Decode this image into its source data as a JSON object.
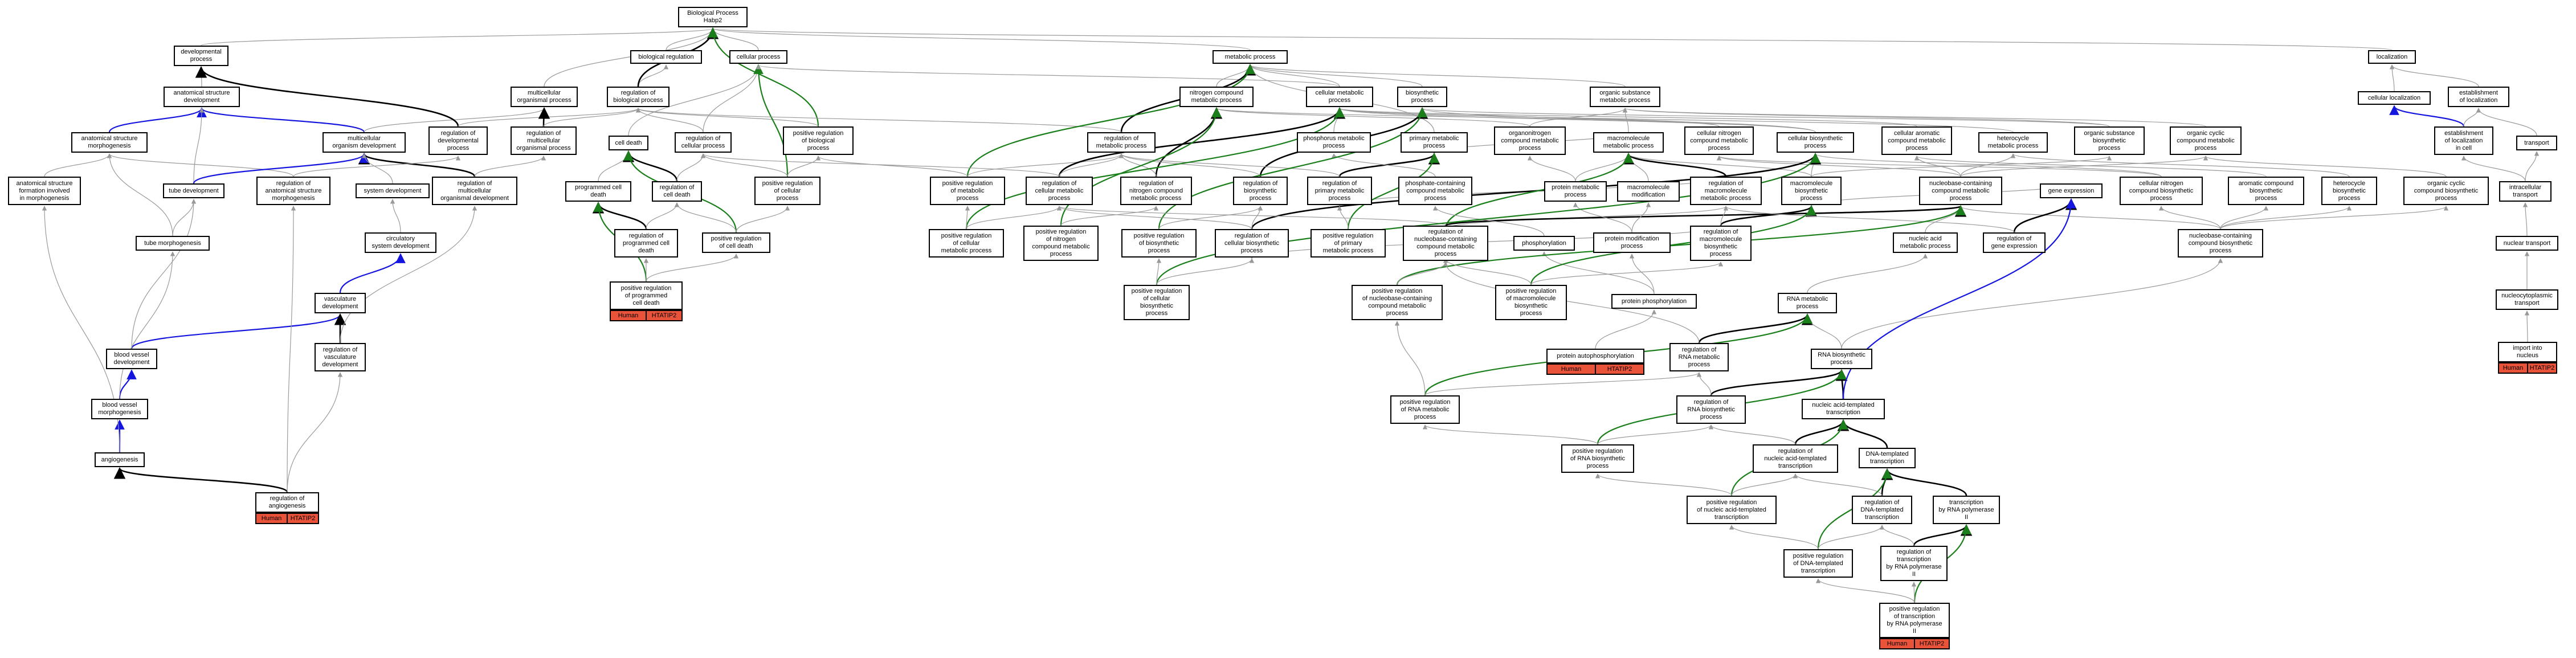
{
  "colors": {
    "inferred": "#999999",
    "is_a": "#000000",
    "positive": "#1a7f1a",
    "regulates": "#1515e0",
    "annotation": "#e8533a"
  },
  "nodes": [
    {
      "id": "bp",
      "label": "Biological Process\nHabp2"
    },
    {
      "id": "biorg",
      "label": "biological regulation"
    },
    {
      "id": "cellp",
      "label": "cellular process"
    },
    {
      "id": "devp",
      "label": "developmental\nprocess"
    },
    {
      "id": "ast_dev",
      "label": "anatomical structure\ndevelopment"
    },
    {
      "id": "ast_morph",
      "label": "anatomical structure\nmorphogenesis"
    },
    {
      "id": "ast_form",
      "label": "anatomical structure\nformation involved\nin morphogenesis"
    },
    {
      "id": "mcop",
      "label": "multicellular\norganismal process"
    },
    {
      "id": "regbp",
      "label": "regulation of\nbiological process"
    },
    {
      "id": "mcod",
      "label": "multicellular\norganism development"
    },
    {
      "id": "regdev",
      "label": "regulation of\ndevelopmental\nprocess"
    },
    {
      "id": "regmcop",
      "label": "regulation of\nmulticellular\norganismal process"
    },
    {
      "id": "regmcod",
      "label": "regulation of\nmulticellular\norganismal development"
    },
    {
      "id": "regasm",
      "label": "regulation of\nanatomical structure\nmorphogenesis"
    },
    {
      "id": "tubedev",
      "label": "tube development"
    },
    {
      "id": "sysdev",
      "label": "system development"
    },
    {
      "id": "tubemorph",
      "label": "tube morphogenesis"
    },
    {
      "id": "circ",
      "label": "circulatory\nsystem development"
    },
    {
      "id": "vascdev",
      "label": "vasculature\ndevelopment"
    },
    {
      "id": "bvdev",
      "label": "blood vessel\ndevelopment"
    },
    {
      "id": "regvasc",
      "label": "regulation of\nvasculature\ndevelopment"
    },
    {
      "id": "bvmorph",
      "label": "blood vessel\nmorphogenesis"
    },
    {
      "id": "angio",
      "label": "angiogenesis"
    },
    {
      "id": "regangio",
      "label": "regulation of\nangiogenesis"
    },
    {
      "id": "celldeath",
      "label": "cell death"
    },
    {
      "id": "regcp",
      "label": "regulation of\ncellular process"
    },
    {
      "id": "posregbp",
      "label": "positive regulation\nof biological\nprocess"
    },
    {
      "id": "pcd",
      "label": "programmed cell\ndeath"
    },
    {
      "id": "regcd",
      "label": "regulation of\ncell death"
    },
    {
      "id": "posregcp",
      "label": "positive regulation\nof cellular\nprocess"
    },
    {
      "id": "regpcd",
      "label": "regulation of\nprogrammed cell\ndeath"
    },
    {
      "id": "posregcd",
      "label": "positive regulation\nof cell death"
    },
    {
      "id": "posregpcd",
      "label": "positive regulation\nof programmed\ncell death"
    },
    {
      "id": "metab",
      "label": "metabolic process"
    },
    {
      "id": "ncmp",
      "label": "nitrogen compound\nmetabolic process"
    },
    {
      "id": "cmp",
      "label": "cellular metabolic\nprocess"
    },
    {
      "id": "biosyn",
      "label": "biosynthetic\nprocess"
    },
    {
      "id": "osmp",
      "label": "organic substance\nmetabolic process"
    },
    {
      "id": "regmp",
      "label": "regulation of\nmetabolic process"
    },
    {
      "id": "phosmp",
      "label": "phosphorus metabolic\nprocess"
    },
    {
      "id": "primp",
      "label": "primary metabolic\nprocess"
    },
    {
      "id": "onmp",
      "label": "organonitrogen\ncompound metabolic\nprocess"
    },
    {
      "id": "mmp",
      "label": "macromolecule\nmetabolic process"
    },
    {
      "id": "cncmp",
      "label": "cellular nitrogen\ncompound metabolic\nprocess"
    },
    {
      "id": "cbp",
      "label": "cellular biosynthetic\nprocess"
    },
    {
      "id": "camp",
      "label": "cellular aromatic\ncompound metabolic\nprocess"
    },
    {
      "id": "hmp",
      "label": "heterocycle\nmetabolic process"
    },
    {
      "id": "osbp",
      "label": "organic substance\nbiosynthetic\nprocess"
    },
    {
      "id": "ocmp",
      "label": "organic cyclic\ncompound metabolic\nprocess"
    },
    {
      "id": "posregmp",
      "label": "positive regulation\nof metabolic\nprocess"
    },
    {
      "id": "regcmp",
      "label": "regulation of\ncellular metabolic\nprocess"
    },
    {
      "id": "regncmp",
      "label": "regulation of\nnitrogen compound\nmetabolic process"
    },
    {
      "id": "regbiosyn",
      "label": "regulation of\nbiosynthetic\nprocess"
    },
    {
      "id": "regprimp",
      "label": "regulation of\nprimary metabolic\nprocess"
    },
    {
      "id": "pcmp",
      "label": "phosphate-containing\ncompound metabolic\nprocess"
    },
    {
      "id": "protmp",
      "label": "protein metabolic\nprocess"
    },
    {
      "id": "mmod",
      "label": "macromolecule\nmodification"
    },
    {
      "id": "regmmp",
      "label": "regulation of\nmacromolecule\nmetabolic process"
    },
    {
      "id": "mbp",
      "label": "macromolecule\nbiosynthetic\nprocess"
    },
    {
      "id": "nccmp",
      "label": "nucleobase-containing\ncompound metabolic\nprocess"
    },
    {
      "id": "cncbp",
      "label": "cellular nitrogen\ncompound biosynthetic\nprocess"
    },
    {
      "id": "acbp",
      "label": "aromatic compound\nbiosynthetic\nprocess"
    },
    {
      "id": "hbp",
      "label": "heterocycle\nbiosynthetic\nprocess"
    },
    {
      "id": "ocbp",
      "label": "organic cyclic\ncompound biosynthetic\nprocess"
    },
    {
      "id": "posregcmp",
      "label": "positive regulation\nof cellular\nmetabolic process"
    },
    {
      "id": "posregncmp",
      "label": "positive regulation\nof nitrogen\ncompound metabolic\nprocess"
    },
    {
      "id": "posregbiosyn",
      "label": "positive regulation\nof biosynthetic\nprocess"
    },
    {
      "id": "regcbp",
      "label": "regulation of\ncellular biosynthetic\nprocess"
    },
    {
      "id": "posregprimp",
      "label": "positive regulation\nof primary\nmetabolic process"
    },
    {
      "id": "posregmmp",
      "label": "positive regulation\nof macromolecule\nmetabolic process"
    },
    {
      "id": "regnccmp",
      "label": "regulation of\nnucleobase-containing\ncompound metabolic\nprocess"
    },
    {
      "id": "phospho",
      "label": "phosphorylation"
    },
    {
      "id": "protmod",
      "label": "protein modification\nprocess"
    },
    {
      "id": "protphos",
      "label": "protein phosphorylation"
    },
    {
      "id": "regmbp",
      "label": "regulation of\nmacromolecule\nbiosynthetic\nprocess"
    },
    {
      "id": "nucmp",
      "label": "nucleic acid\nmetabolic process"
    },
    {
      "id": "ncbp",
      "label": "nucleobase-containing\ncompound biosynthetic\nprocess"
    },
    {
      "id": "geneexp",
      "label": "gene expression"
    },
    {
      "id": "reggeneexp",
      "label": "regulation of\ngene expression"
    },
    {
      "id": "posregcbp",
      "label": "positive regulation\nof cellular\nbiosynthetic\nprocess"
    },
    {
      "id": "posregnccmp",
      "label": "positive regulation\nof nucleobase-containing\ncompound metabolic\nprocess"
    },
    {
      "id": "posregmbp",
      "label": "positive regulation\nof macromolecule\nbiosynthetic\nprocess"
    },
    {
      "id": "autophos",
      "label": "protein autophosphorylation"
    },
    {
      "id": "rnamp",
      "label": "RNA metabolic\nprocess"
    },
    {
      "id": "regrnamp",
      "label": "regulation of\nRNA metabolic\nprocess"
    },
    {
      "id": "rnabp",
      "label": "RNA biosynthetic\nprocess"
    },
    {
      "id": "posregrnamp",
      "label": "positive regulation\nof RNA metabolic\nprocess"
    },
    {
      "id": "regrnabp",
      "label": "regulation of\nRNA biosynthetic\nprocess"
    },
    {
      "id": "natt",
      "label": "nucleic acid-templated\ntranscription"
    },
    {
      "id": "posregrnabp",
      "label": "positive regulation\nof RNA biosynthetic\nprocess"
    },
    {
      "id": "regnatt",
      "label": "regulation of\nnucleic acid-templated\ntranscription"
    },
    {
      "id": "dnatt",
      "label": "DNA-templated\ntranscription"
    },
    {
      "id": "posregnatt",
      "label": "positive regulation\nof nucleic acid-templated\ntranscription"
    },
    {
      "id": "regdnatt",
      "label": "regulation of\nDNA-templated\ntranscription"
    },
    {
      "id": "trpol2",
      "label": "transcription\nby RNA polymerase\nII"
    },
    {
      "id": "posregdnatt",
      "label": "positive regulation\nof DNA-templated\ntranscription"
    },
    {
      "id": "regtrpol2",
      "label": "regulation of\ntranscription\nby RNA polymerase\nII"
    },
    {
      "id": "posregtrpol2",
      "label": "positive regulation\nof transcription\nby RNA polymerase\nII"
    },
    {
      "id": "local",
      "label": "localization"
    },
    {
      "id": "estloc",
      "label": "establishment\nof localization"
    },
    {
      "id": "cellloc",
      "label": "cellular localization"
    },
    {
      "id": "estloccell",
      "label": "establishment\nof localization\nin cell"
    },
    {
      "id": "transport",
      "label": "transport"
    },
    {
      "id": "ict",
      "label": "intracellular\ntransport"
    },
    {
      "id": "nuct",
      "label": "nuclear transport"
    },
    {
      "id": "ncpt",
      "label": "nucleocytoplasmic\ntransport"
    },
    {
      "id": "import",
      "label": "import into\nnucleus"
    }
  ],
  "annotations": [
    {
      "id": "ann-regangio",
      "species": "Human",
      "gene": "HTATIP2"
    },
    {
      "id": "ann-posregpcd",
      "species": "Human",
      "gene": "HTATIP2"
    },
    {
      "id": "ann-autophos",
      "species": "Human",
      "gene": "HTATIP2"
    },
    {
      "id": "ann-import",
      "species": "Human",
      "gene": "HTATIP2"
    },
    {
      "id": "ann-posregtrpol2",
      "species": "Human",
      "gene": "HTATIP2"
    }
  ]
}
